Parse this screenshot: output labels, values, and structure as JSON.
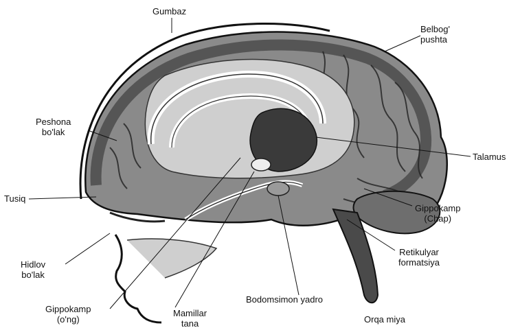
{
  "labels": {
    "gumbaz": "Gumbaz",
    "belbog": [
      "Belbog'",
      "pushta"
    ],
    "peshona": [
      "Peshona",
      "bo'lak"
    ],
    "talamus": "Talamus",
    "tusiq": "Tusiq",
    "gippokamp_chap": [
      "Gippokamp",
      "(Chap)"
    ],
    "hidlov": [
      "Hidlov",
      "bo'lak"
    ],
    "retikulyar": [
      "Retikulyar",
      "formatsiya"
    ],
    "bodomsimon": "Bodomsimon yadro",
    "gippokamp_ong": [
      "Gippokamp",
      "(o'ng)"
    ],
    "mamillar": [
      "Mamillar",
      "tana"
    ],
    "orqa_miya": "Orqa miya"
  },
  "colors": {
    "ink": "#111111",
    "paper": "#ffffff",
    "cortex": "#7a7a7a",
    "cortex_dark": "#2a2a2a"
  }
}
